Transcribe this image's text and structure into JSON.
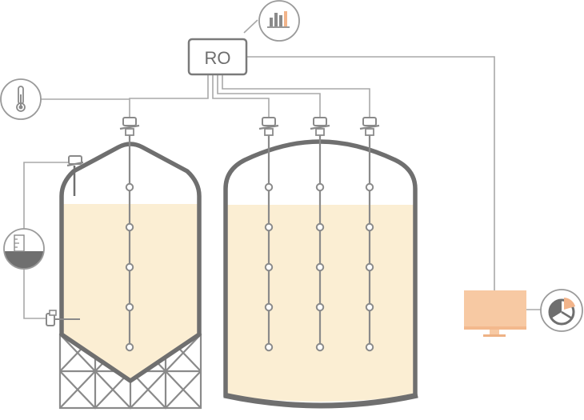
{
  "controller": {
    "label": "RO"
  },
  "colors": {
    "line": "#a8a8a8",
    "tank_stroke": "#6f6f6f",
    "liquid": "#fbeed3",
    "monitor": "#f7c9a3",
    "icon_stroke": "#8a8a8a",
    "chart_accent": "#f2b48a",
    "sensor": "#8a8a8a"
  },
  "icons": {
    "controller_report": "bar-chart-icon",
    "thermometer": "thermometer-icon",
    "level_gauge": "level-gauge-icon",
    "pie_chart": "pie-chart-icon",
    "computer": "monitor-icon"
  },
  "tanks": [
    {
      "name": "silo-tank",
      "probes": 1,
      "sensors_per_probe": 5
    },
    {
      "name": "storage-tank",
      "probes": 3,
      "sensors_per_probe": 5
    }
  ]
}
